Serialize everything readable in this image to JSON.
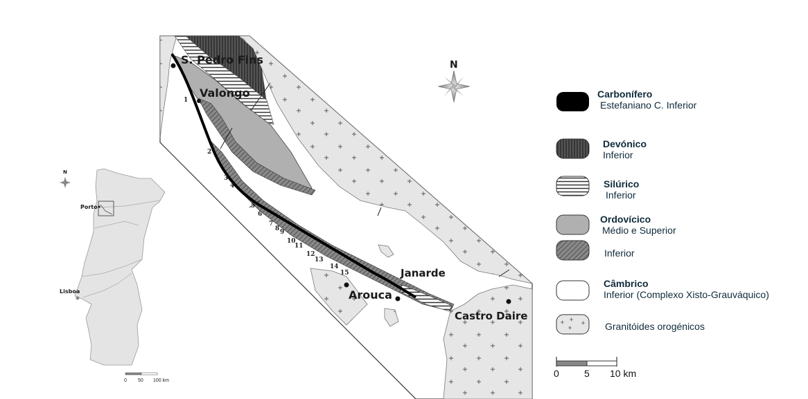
{
  "main_map": {
    "places": {
      "s_pedro_fins": "S. Pedro Fins",
      "valongo": "Valongo",
      "janarde": "Janarde",
      "arouca": "Arouca",
      "castro_daire": "Castro Daire"
    },
    "north_label": "N",
    "section_numbers": [
      "1",
      "2",
      "3",
      "4",
      "5",
      "6",
      "7",
      "8",
      "9",
      "10",
      "11",
      "12",
      "13",
      "14",
      "15"
    ]
  },
  "inset_map": {
    "north_label": "N",
    "places": {
      "porto": "Porto",
      "lisboa": "Lisboa"
    },
    "scale": {
      "ticks": [
        "0",
        "50",
        "100 km"
      ]
    }
  },
  "legend": {
    "items": [
      {
        "title": "Carbonífero",
        "subtitle": "Estefaniano C. Inferior",
        "pattern": "solid-black"
      },
      {
        "title": "Devónico",
        "subtitle": "Inferior",
        "pattern": "vertical-stripes"
      },
      {
        "title": "Silúrico",
        "subtitle": "Inferior",
        "pattern": "horizontal-stripes"
      },
      {
        "title": "Ordovícico",
        "subtitle": "Médio e Superior",
        "pattern": "gray"
      },
      {
        "title": "",
        "subtitle": "Inferior",
        "pattern": "diagonal-hatch"
      },
      {
        "title": "Câmbrico",
        "subtitle": "Inferior (Complexo Xisto-Grauváquico)",
        "pattern": "white"
      },
      {
        "title": "",
        "subtitle": "Granitóides orogénicos",
        "pattern": "crosses"
      }
    ]
  },
  "scale_bar": {
    "ticks": [
      "0",
      "5",
      "10 km"
    ]
  },
  "colors": {
    "legend_text": "#0f2a3a",
    "granite": "#e6e6e6",
    "ordovician": "#b0b0b0",
    "devonian": "#444444"
  }
}
